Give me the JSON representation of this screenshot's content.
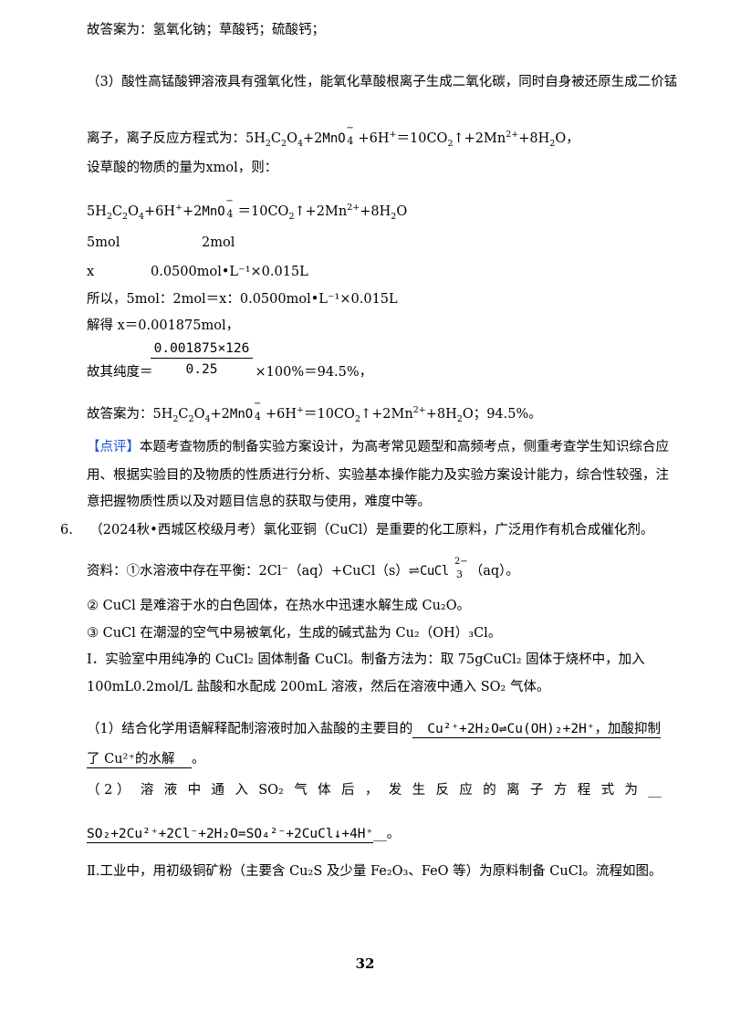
{
  "l01": "故答案为：氢氧化钠；草酸钙；硫酸钙；",
  "l02": "（3）酸性高锰酸钾溶液具有强氧化性，能氧化草酸根离子生成二氧化碳，同时自身被还原生成二价锰",
  "l03_pre": "离子，离子反应方程式为：",
  "l05": "设草酸的物质的量为xmol，则：",
  "l07_a": "5mol",
  "l07_b": "2mol",
  "l08_a": "x",
  "l08_b": "0.0500mol•L⁻¹×0.015L",
  "l09": "所以，5mol：2mol＝x：0.0500mol•L⁻¹×0.015L",
  "l10": "解得 x＝0.001875mol，",
  "frac_num": "0.001875×126",
  "frac_den": "0.25",
  "l11_pre": "故其纯度＝",
  "l11_post": "×100%＝94.5%，",
  "l12_pre": "故答案为：",
  "l12_post": "；94.5%。",
  "review_tag": "【点评】",
  "review_1": "本题考查物质的制备实验方案设计，为高考常见题型和高频考点，侧重考查学生知识综合应",
  "review_2": "用、根据实验目的及物质的性质进行分析、实验基本操作能力及实验方案设计能力，综合性较强，注",
  "review_3": "意把握物质性质以及对题目信息的获取与使用，难度中等。",
  "q6_num": "6.",
  "q6_text": "（2024秋•西城区校级月考）氯化亚铜（CuCl）是重要的化工原料，广泛用作有机合成催化剂。",
  "info_pre": "资料：①水溶液中存在平衡：2Cl⁻（aq）+CuCl（s）⇌",
  "info_post": "（aq）。",
  "info2": "② CuCl 是难溶于水的白色固体，在热水中迅速水解生成 Cu₂O。",
  "info3": "③ CuCl 在潮湿的空气中易被氧化，生成的碱式盐为 Cu₂（OH）₃Cl。",
  "part1_a": "Ⅰ．实验室中用纯净的 CuCl₂ 固体制备 CuCl。制备方法为：取 75gCuCl₂ 固体于烧杯中，加入",
  "part1_b": "100mL0.2mol/L 盐酸和水配成 200mL 溶液，然后在溶液中通入 SO₂ 气体。",
  "q1_pre": "（1）结合化学用语解释配制溶液时加入盐酸的主要目的",
  "q1_eq": "Cu²⁺+2H₂O⇌Cu(OH)₂+2H⁺",
  "q1_ans1": "，加酸抑制",
  "q1_ans2": "了 Cu²⁺的水解",
  "q1_end": "。",
  "q2_words": [
    "（ 2 ）",
    "溶",
    "液",
    "中",
    "通",
    "入",
    "SO₂",
    "气",
    "体",
    "后",
    "，",
    "发",
    "生",
    "反",
    "应",
    "的",
    "离",
    "子",
    "方",
    "程",
    "式",
    "为",
    "__"
  ],
  "q2_eq": "SO₂+2Cu²⁺+2Cl⁻+2H₂O=SO₄²⁻+2CuCl↓+4H⁺",
  "q2_end": "__。",
  "part2": "Ⅱ.工业中，用初级铜矿粉（主要含 Cu₂S 及少量 Fe₂O₃、FeO 等）为原料制备 CuCl。流程如图。",
  "page_number": "32",
  "accent_color": "#1a4fd6"
}
